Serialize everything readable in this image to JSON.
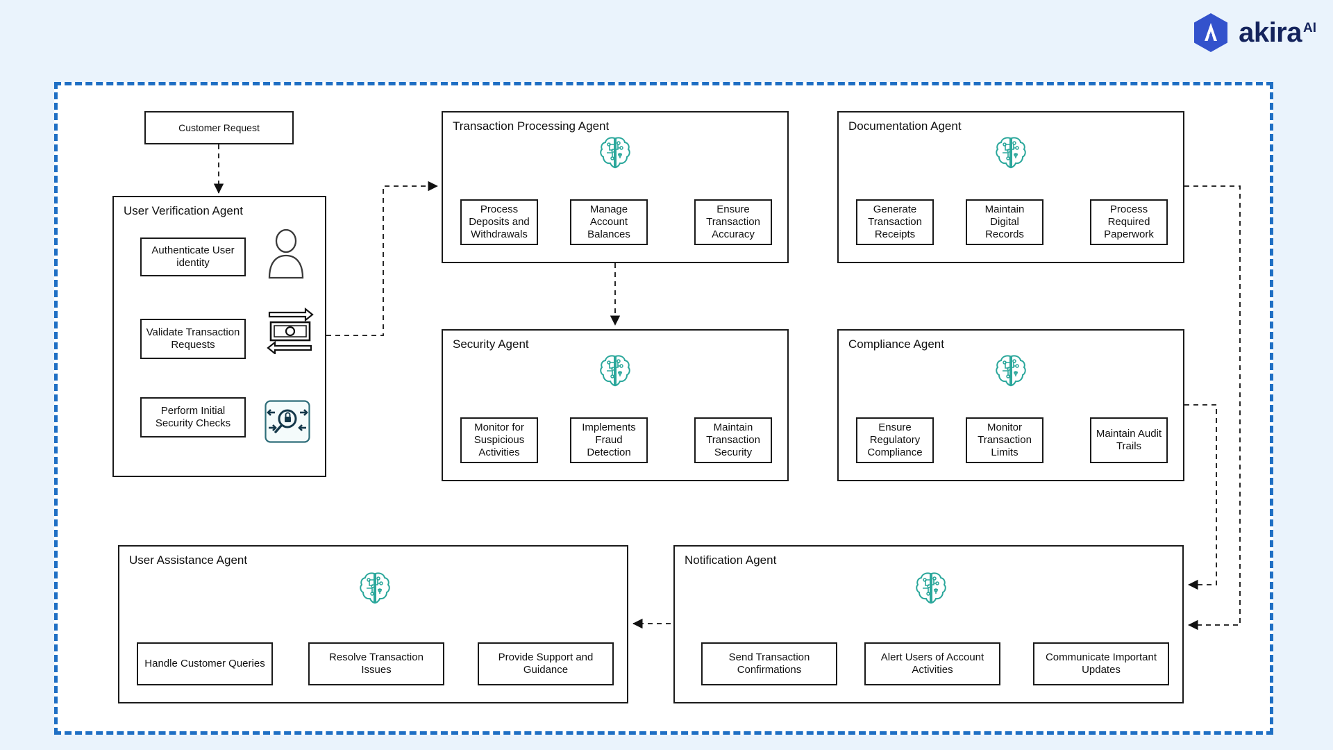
{
  "brand": {
    "name": "akira",
    "suffix": "AI",
    "logo_icon": "akira-hexagon-logo",
    "brand_color": "#14235c",
    "hex_color": "#3352cc"
  },
  "canvas": {
    "border_color": "#1f6fc4",
    "page_background": "#eaf3fc",
    "panel_background": "#ffffff",
    "agent_icon_color": "#2aa79b",
    "line_color": "#1a1a1a"
  },
  "entry": {
    "label": "Customer Request"
  },
  "agents": [
    {
      "id": "user-verification-agent",
      "title": "User Verification Agent",
      "layout": "vertical-with-icons",
      "tasks": [
        {
          "label": "Authenticate User identity",
          "icon": "person-icon"
        },
        {
          "label": "Validate Transaction Requests",
          "icon": "money-transfer-icon"
        },
        {
          "label": "Perform Initial Security Checks",
          "icon": "magnifier-lock-icon"
        }
      ]
    },
    {
      "id": "transaction-processing-agent",
      "title": "Transaction Processing Agent",
      "icon": "brain-circuit-icon",
      "tasks": [
        {
          "label": "Process Deposits and Withdrawals"
        },
        {
          "label": "Manage Account Balances"
        },
        {
          "label": "Ensure Transaction Accuracy"
        }
      ]
    },
    {
      "id": "documentation-agent",
      "title": "Documentation Agent",
      "icon": "brain-circuit-icon",
      "tasks": [
        {
          "label": "Generate Transaction Receipts"
        },
        {
          "label": "Maintain Digital Records"
        },
        {
          "label": "Process Required Paperwork"
        }
      ]
    },
    {
      "id": "security-agent",
      "title": "Security Agent",
      "icon": "brain-circuit-icon",
      "tasks": [
        {
          "label": "Monitor for Suspicious Activities"
        },
        {
          "label": "Implements Fraud Detection"
        },
        {
          "label": "Maintain Transaction Security"
        }
      ]
    },
    {
      "id": "compliance-agent",
      "title": "Compliance Agent",
      "icon": "brain-circuit-icon",
      "tasks": [
        {
          "label": "Ensure Regulatory Compliance"
        },
        {
          "label": "Monitor Transaction Limits"
        },
        {
          "label": "Maintain Audit Trails"
        }
      ]
    },
    {
      "id": "user-assistance-agent",
      "title": "User Assistance Agent",
      "icon": "brain-circuit-icon",
      "tasks": [
        {
          "label": "Handle Customer Queries"
        },
        {
          "label": "Resolve Transaction Issues"
        },
        {
          "label": "Provide Support and Guidance"
        }
      ]
    },
    {
      "id": "notification-agent",
      "title": "Notification Agent",
      "icon": "brain-circuit-icon",
      "tasks": [
        {
          "label": "Send Transaction Confirmations"
        },
        {
          "label": "Alert Users of Account Activities"
        },
        {
          "label": "Communicate Important Updates"
        }
      ]
    }
  ],
  "connections": [
    {
      "from": "Customer Request",
      "to": "User Verification Agent",
      "style": "dashed"
    },
    {
      "from": "User Verification Agent",
      "to": "Transaction Processing Agent",
      "style": "dashed"
    },
    {
      "from": "Transaction Processing Agent",
      "to": "Security Agent",
      "style": "dashed"
    },
    {
      "from": "Documentation Agent",
      "to": "Notification Agent",
      "style": "dashed"
    },
    {
      "from": "Compliance Agent",
      "to": "Notification Agent",
      "style": "dashed"
    },
    {
      "from": "Notification Agent",
      "to": "User Assistance Agent",
      "style": "dashed"
    }
  ]
}
